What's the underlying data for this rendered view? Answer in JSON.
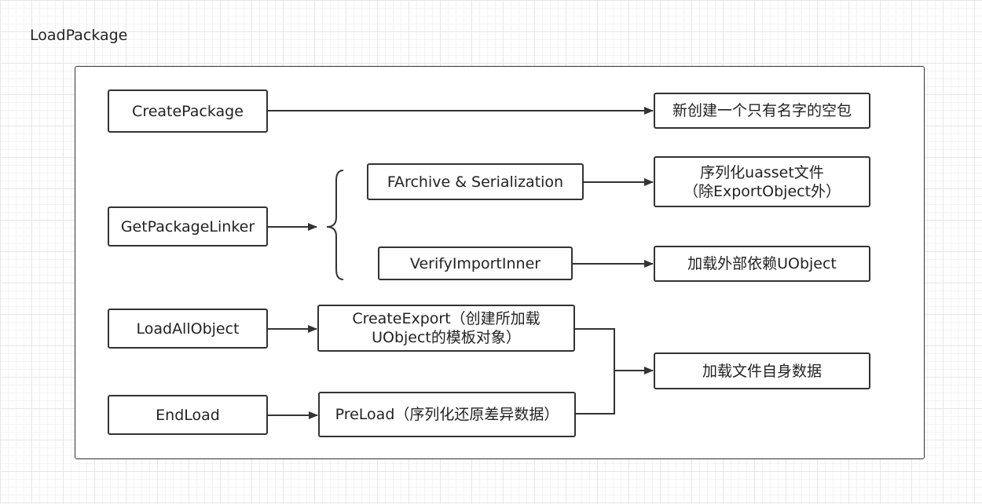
{
  "title": "LoadPackage",
  "nodes": {
    "create_package": "CreatePackage",
    "empty_package": "新创建一个只有名字的空包",
    "get_package_linker": "GetPackageLinker",
    "farchive": "FArchive & Serialization",
    "serialize_uasset": "序列化uasset文件\n（除ExportObject外）",
    "verify_import": "VerifyImportInner",
    "load_external": "加载外部依赖UObject",
    "load_all_object": "LoadAllObject",
    "create_export": "CreateExport（创建所加载\nUObject的模板对象）",
    "end_load": "EndLoad",
    "preload": "PreLoad（序列化还原差异数据）",
    "load_self_data": "加载文件自身数据"
  },
  "colors": {
    "stroke": "#333333",
    "grid": "#e6e6e6"
  }
}
